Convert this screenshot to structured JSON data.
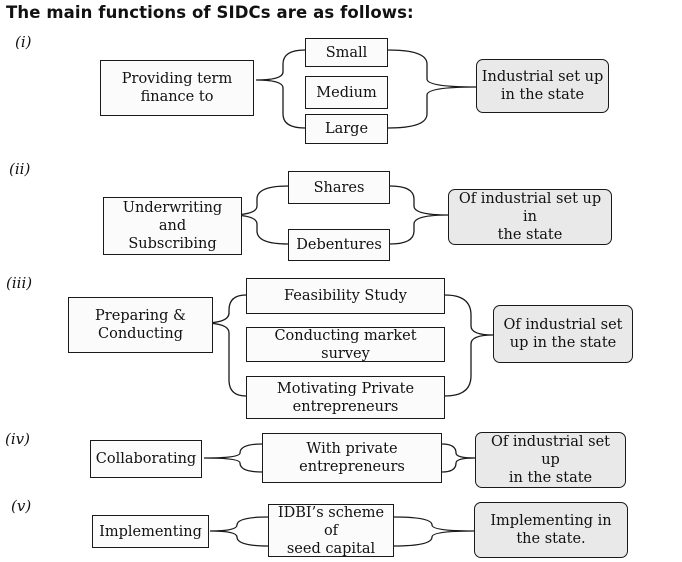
{
  "title": "The main functions of SIDCs are as follows:",
  "functions": [
    {
      "numeral": "(i)",
      "action": "Providing term\nfinance to",
      "items": [
        "Small",
        "Medium",
        "Large"
      ],
      "result": "Industrial set up\nin the state"
    },
    {
      "numeral": "(ii)",
      "action": "Underwriting and\nSubscribing",
      "items": [
        "Shares",
        "Debentures"
      ],
      "result": "Of industrial set up in\nthe state"
    },
    {
      "numeral": "(iii)",
      "action": "Preparing &\nConducting",
      "items": [
        "Feasibility Study",
        "Conducting market survey",
        "Motivating Private\nentrepreneurs"
      ],
      "result": "Of industrial set\nup in the state"
    },
    {
      "numeral": "(iv)",
      "action": "Collaborating",
      "items": [
        "With private\nentrepreneurs"
      ],
      "result": "Of industrial set up\nin the state"
    },
    {
      "numeral": "(v)",
      "action": "Implementing",
      "items": [
        "IDBI’s scheme of\nseed capital"
      ],
      "result": "Implementing in\nthe state."
    }
  ]
}
